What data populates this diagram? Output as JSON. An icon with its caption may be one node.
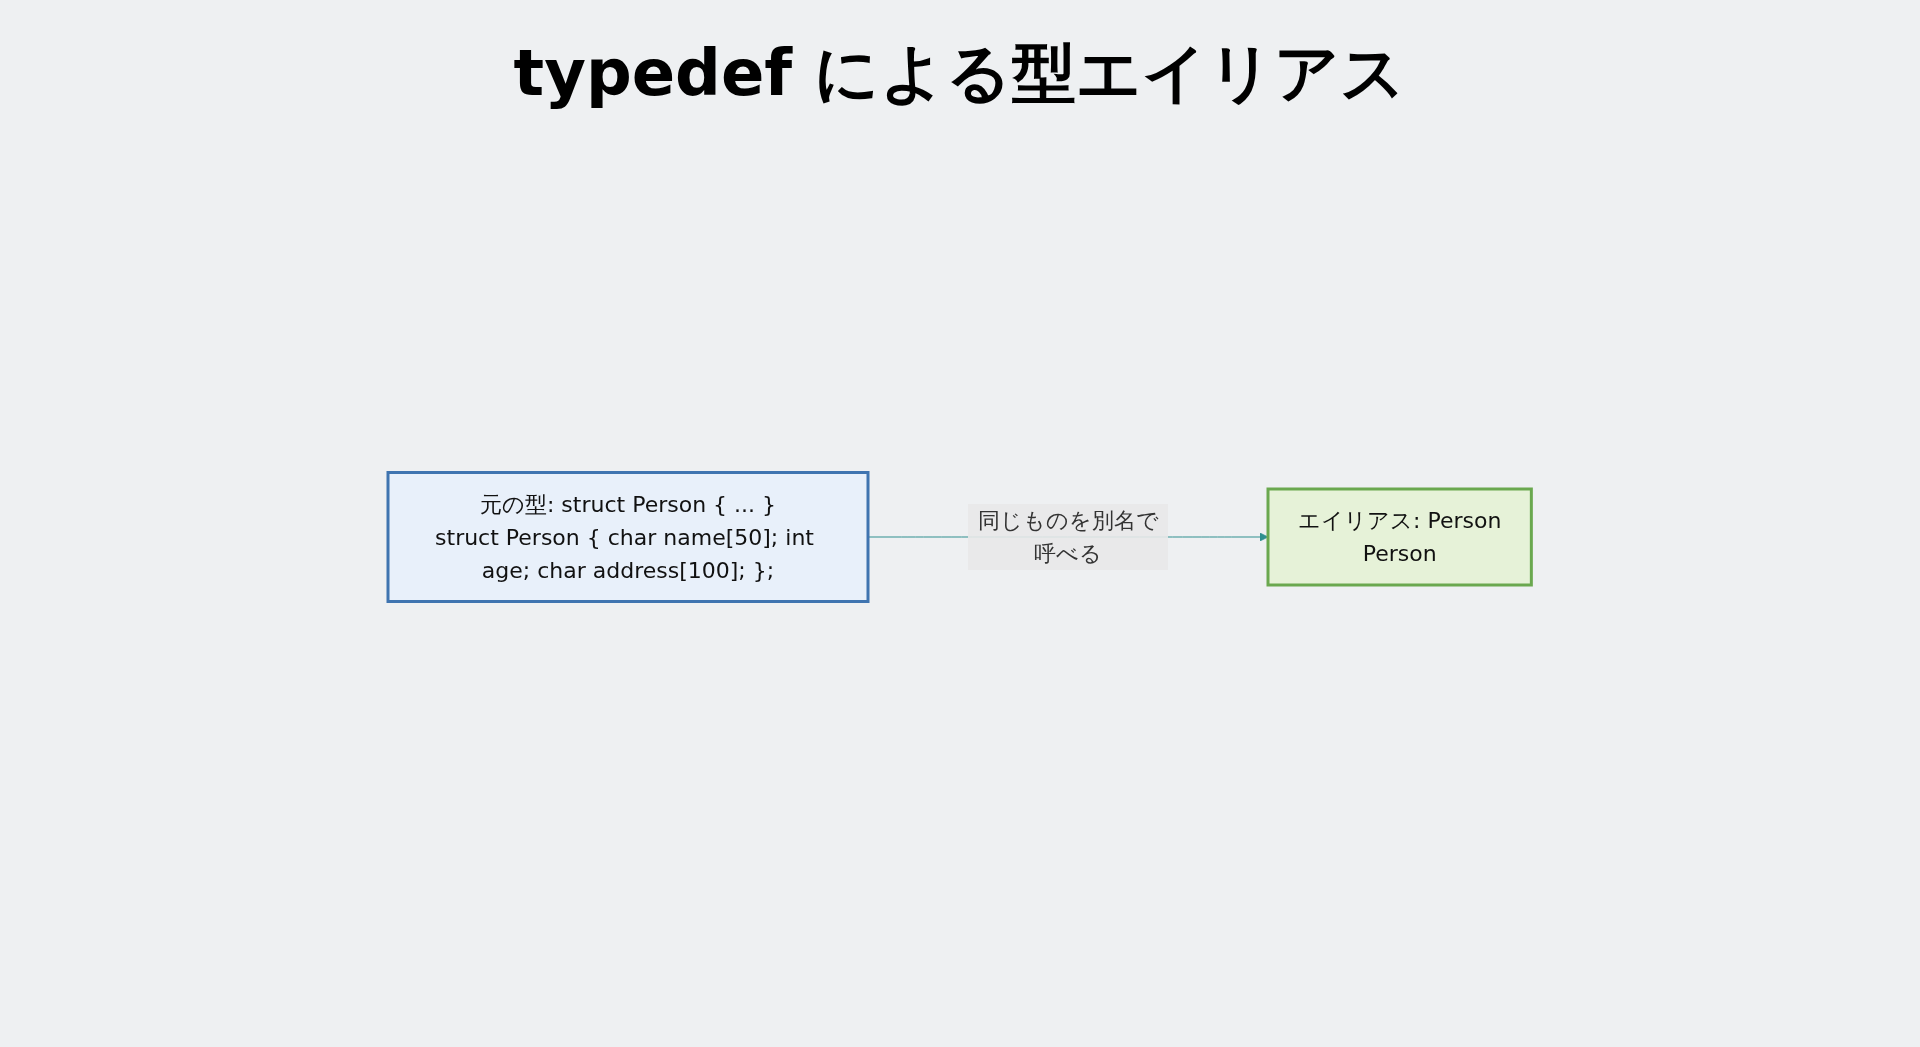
{
  "diagram": {
    "title": "typedef による型エイリアス",
    "nodes": [
      {
        "text": [
          "元の型: struct Person { ... }",
          "struct Person { char name[50]; int age; char address[100]; };"
        ]
      },
      {
        "text": [
          "エイリアス: Person",
          "Person"
        ]
      }
    ],
    "edges": [
      {
        "from": 0,
        "to": 1,
        "arrow": "to",
        "label": "同じものを別名で呼べる",
        "color": "#2f8f8f"
      }
    ]
  }
}
